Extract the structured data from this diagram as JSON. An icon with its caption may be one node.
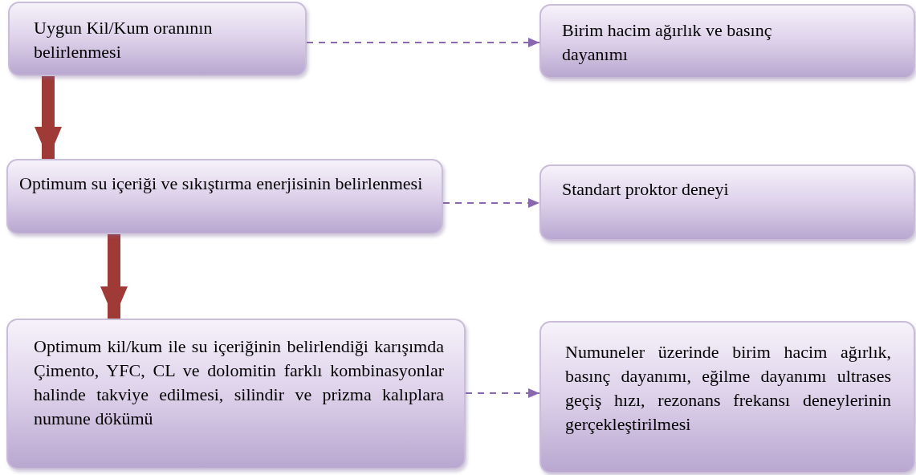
{
  "diagram": {
    "nodes": [
      {
        "text": [
          "Uygun Kil/Kum oranının belirlenmesi"
        ]
      },
      {
        "text": [
          "Optimum su içeriği ve sıkıştırma enerjisinin belirlenmesi"
        ]
      },
      {
        "text": [
          "Optimum kil/kum ile su içeriğinin belirlendiği karışımda Çimento, YFC, CL ve dolomitin farklı kombinasyonlar halinde takviye edilmesi, silindir ve prizma kalıplara numune dökümü"
        ]
      },
      {
        "text": [
          "Birim hacim ağırlık ve basınç dayanımı"
        ]
      },
      {
        "text": [
          "Standart proktor deneyi"
        ]
      },
      {
        "text": [
          "Numuneler üzerinde birim hacim ağırlık, basınç dayanımı, eğilme dayanımı ultrases geçiş hızı, rezonans frekansı deneylerinin gerçekleştirilmesi"
        ]
      }
    ],
    "edges": [
      {
        "from": 0,
        "to": 3,
        "arrow": "to",
        "style": "dashed"
      },
      {
        "from": 1,
        "to": 4,
        "arrow": "to",
        "style": "dashed"
      },
      {
        "from": 2,
        "to": 5,
        "arrow": "to",
        "style": "dashed"
      },
      {
        "from": 0,
        "to": 1,
        "arrow": "to",
        "style": "thick",
        "color": "#a03a36"
      },
      {
        "from": 1,
        "to": 2,
        "arrow": "to",
        "style": "thick",
        "color": "#a03a36"
      }
    ]
  }
}
